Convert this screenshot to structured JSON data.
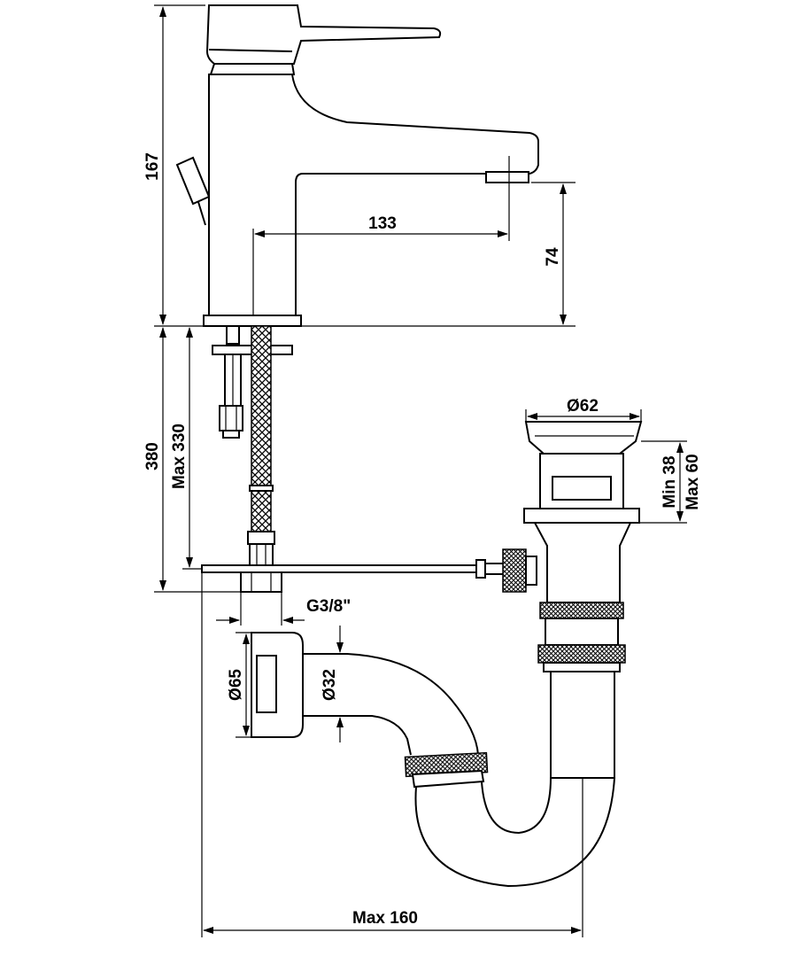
{
  "dimensions": {
    "tap_height": "167",
    "spout_reach": "133",
    "spout_clearance": "74",
    "hose_length": "380",
    "rod_max_length": "Max 330",
    "connection_thread": "G3/8\"",
    "waste_diameter": "Ø62",
    "waste_min_height": "Min 38",
    "waste_max_height": "Max 60",
    "wall_flange_diameter": "Ø65",
    "pipe_diameter": "Ø32",
    "trap_max_projection": "Max 160"
  },
  "colors": {
    "line": "#000000",
    "background": "#ffffff"
  }
}
